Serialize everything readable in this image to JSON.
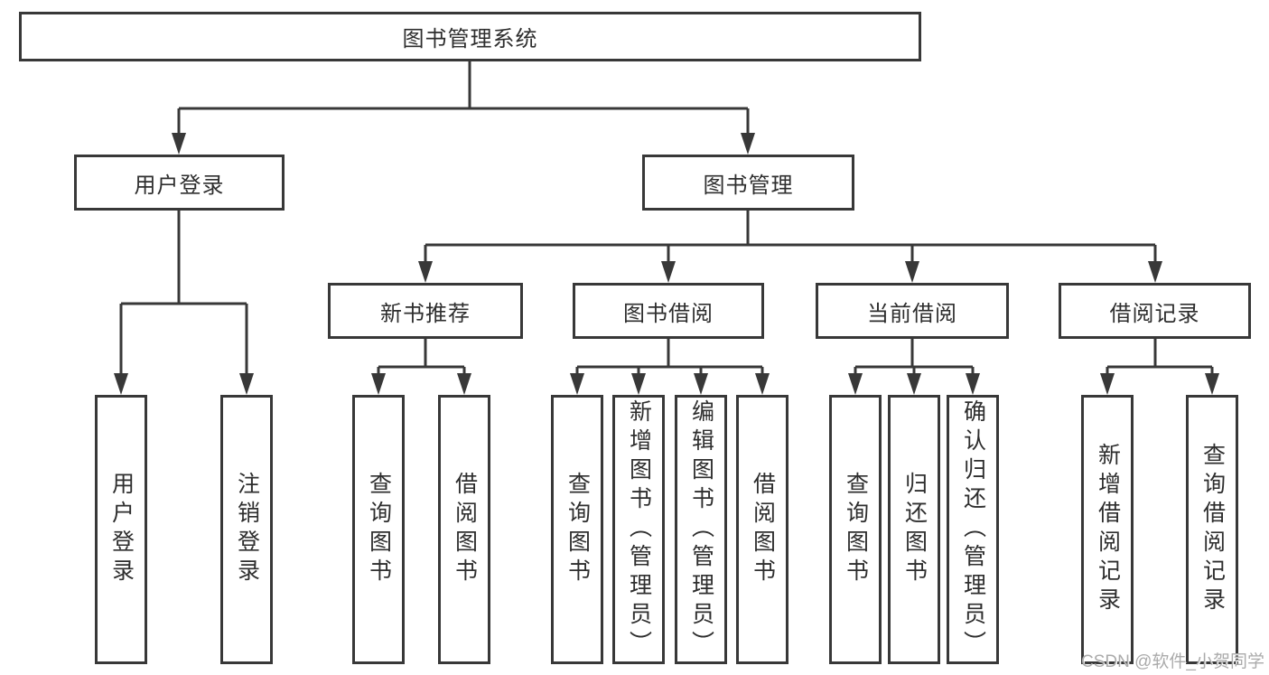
{
  "diagram": {
    "root": {
      "label": "图书管理系统",
      "children": [
        {
          "label": "用户登录",
          "children": [
            {
              "label": "用户登录"
            },
            {
              "label": "注销登录"
            }
          ]
        },
        {
          "label": "图书管理",
          "children": [
            {
              "label": "新书推荐",
              "children": [
                {
                  "label": "查询图书"
                },
                {
                  "label": "借阅图书"
                }
              ]
            },
            {
              "label": "图书借阅",
              "children": [
                {
                  "label": "查询图书"
                },
                {
                  "label": "新增图书（管理员）"
                },
                {
                  "label": "编辑图书（管理员）"
                },
                {
                  "label": "借阅图书"
                }
              ]
            },
            {
              "label": "当前借阅",
              "children": [
                {
                  "label": "查询图书"
                },
                {
                  "label": "归还图书"
                },
                {
                  "label": "确认归还（管理员）"
                }
              ]
            },
            {
              "label": "借阅记录",
              "children": [
                {
                  "label": "新增借阅记录"
                },
                {
                  "label": "查询借阅记录"
                }
              ]
            }
          ]
        }
      ]
    }
  },
  "watermark": {
    "text": "CSDN @软件_小贺同学"
  },
  "colors": {
    "line": "#383838",
    "text": "#2e2e2e",
    "watermark": "#ababab",
    "background": "#ffffff"
  }
}
